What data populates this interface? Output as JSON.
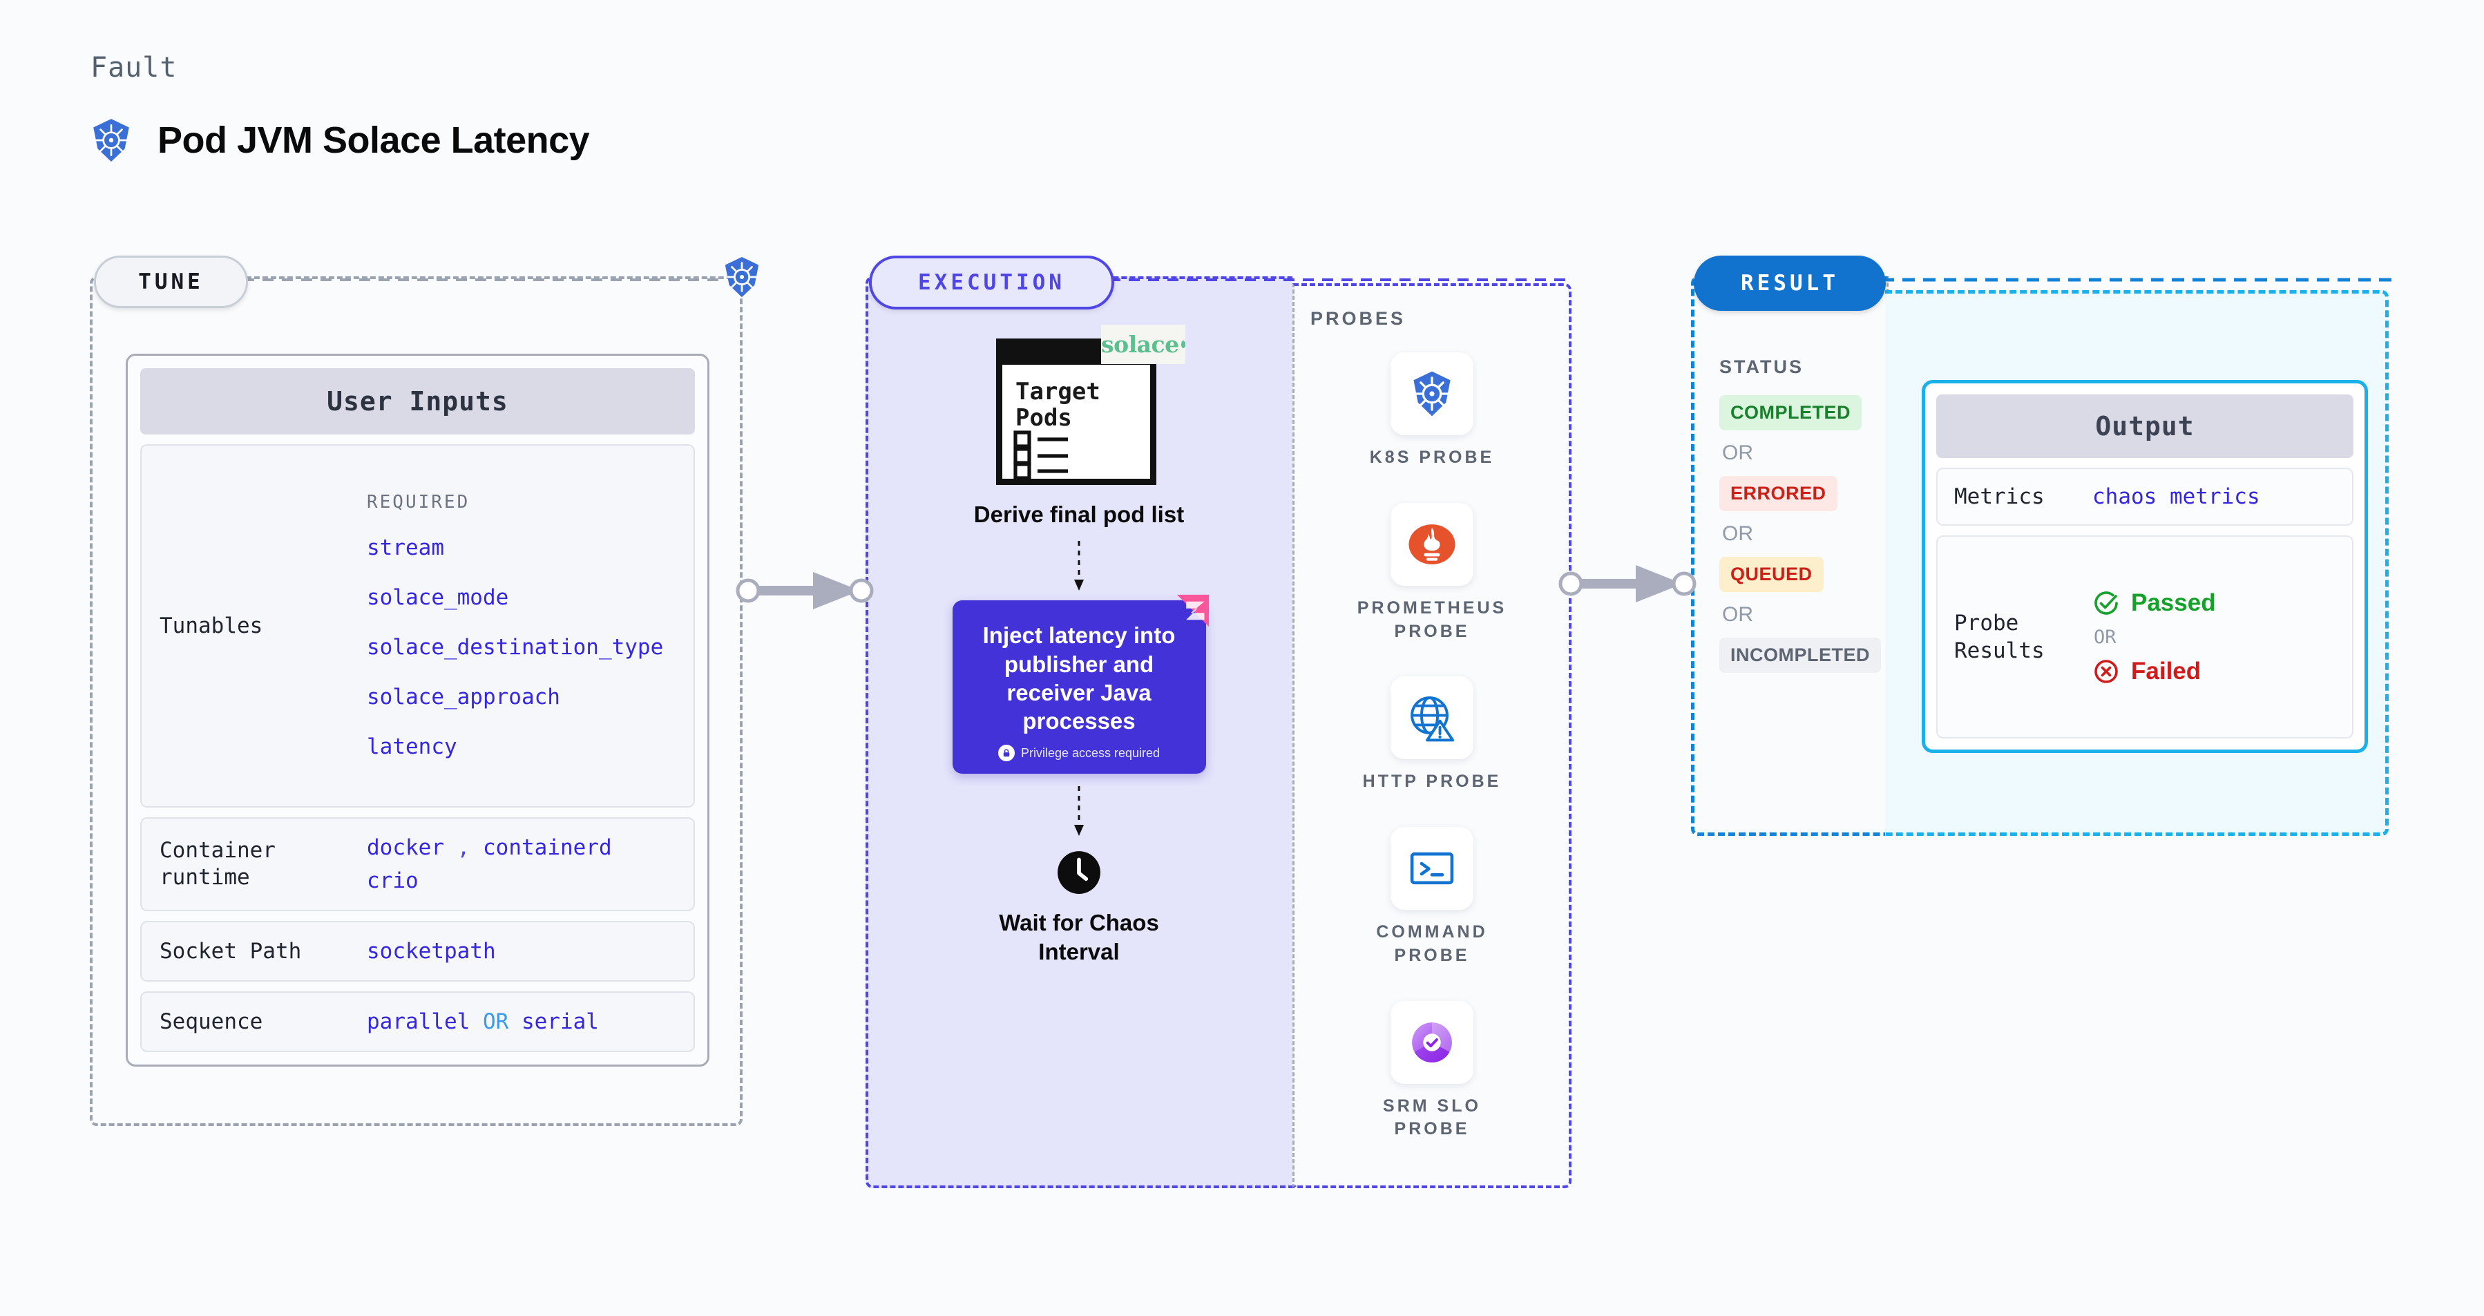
{
  "header": {
    "kicker": "Fault",
    "title": "Pod JVM Solace Latency",
    "icon": "kubernetes-icon"
  },
  "phases": {
    "tune": {
      "label": "TUNE"
    },
    "execution": {
      "label": "EXECUTION"
    },
    "result": {
      "label": "RESULT"
    }
  },
  "tune": {
    "card_title": "User Inputs",
    "rows": [
      {
        "label": "Tunables",
        "required_label": "REQUIRED",
        "values": [
          "stream",
          "solace_mode",
          "solace_destination_type",
          "solace_approach",
          "latency"
        ]
      },
      {
        "label": "Container runtime",
        "values": [
          "docker",
          "containerd",
          "crio"
        ],
        "separator": ","
      },
      {
        "label": "Socket Path",
        "values": [
          "socketpath"
        ]
      },
      {
        "label": "Sequence",
        "values": [
          "parallel",
          "serial"
        ],
        "separator": "OR"
      }
    ]
  },
  "execution": {
    "doc": {
      "title_line1": "Target",
      "title_line2": "Pods",
      "brand": "solace",
      "icon": "target-pods-document-icon"
    },
    "step1_label": "Derive final pod list",
    "inject_card": {
      "text": "Inject latency into publisher and receiver Java processes",
      "note": "Privilege access required",
      "note_icon": "lock-icon",
      "ribbon_icon": "ribbon-icon",
      "bg": "#4332d8"
    },
    "wait": {
      "icon": "clock-icon",
      "label": "Wait for Chaos Interval"
    }
  },
  "probes": {
    "title": "PROBES",
    "items": [
      {
        "label": "K8S PROBE",
        "icon": "kubernetes-icon"
      },
      {
        "label": "PROMETHEUS PROBE",
        "icon": "prometheus-icon"
      },
      {
        "label": "HTTP PROBE",
        "icon": "globe-warning-icon"
      },
      {
        "label": "COMMAND PROBE",
        "icon": "terminal-icon"
      },
      {
        "label": "SRM SLO PROBE",
        "icon": "srm-slo-icon"
      }
    ]
  },
  "result": {
    "status_title": "STATUS",
    "or_label": "OR",
    "statuses": [
      {
        "label": "COMPLETED",
        "tone": "completed"
      },
      {
        "label": "ERRORED",
        "tone": "errored"
      },
      {
        "label": "QUEUED",
        "tone": "queued"
      },
      {
        "label": "INCOMPLETED",
        "tone": "incompleted"
      }
    ]
  },
  "output": {
    "card_title": "Output",
    "metrics_label": "Metrics",
    "metrics_value": "chaos metrics",
    "probe_results_label": "Probe Results",
    "passed_label": "Passed",
    "failed_label": "Failed",
    "or_label": "OR",
    "passed_icon": "check-circle-icon",
    "failed_icon": "x-circle-icon"
  },
  "colors": {
    "accent_indigo": "#4f46e5",
    "accent_blue": "#1173ce",
    "accent_cyan": "#1ab0ea",
    "mono_value": "#3526e0",
    "k8s_blue": "#3a6fd8",
    "success": "#16a22a",
    "danger": "#d11a1a",
    "background": "#f9fbfd"
  }
}
